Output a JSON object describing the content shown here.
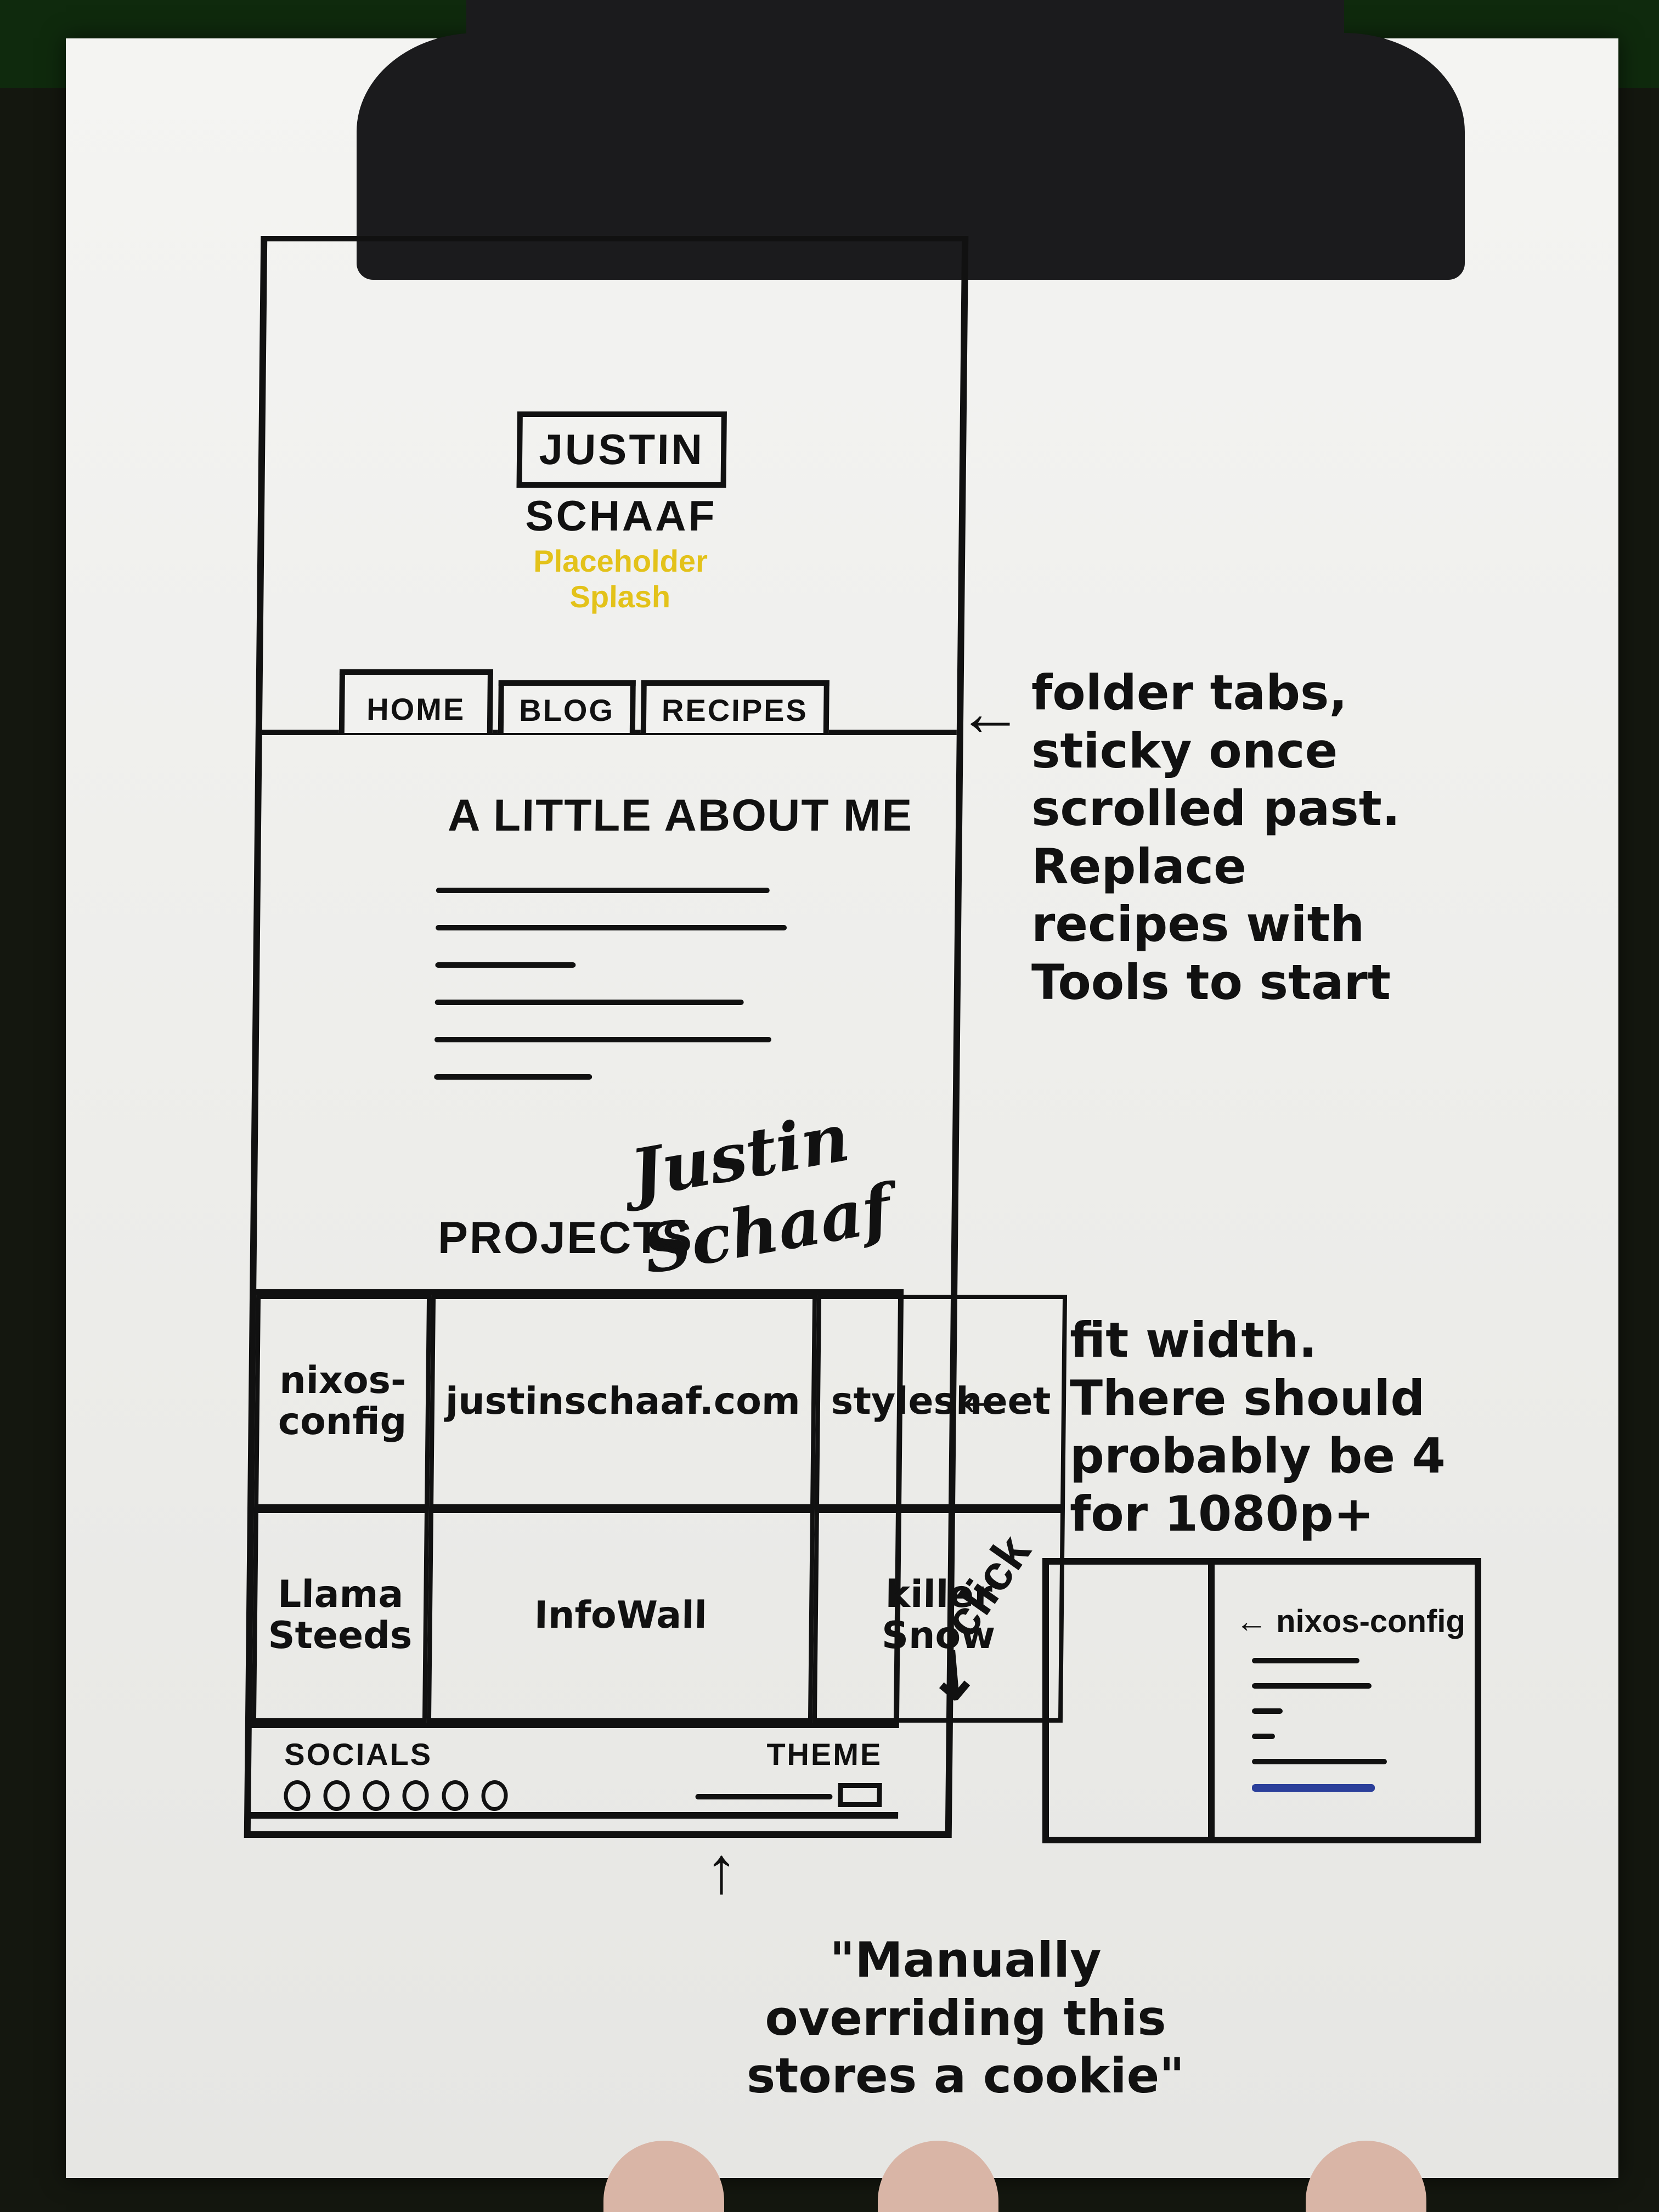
{
  "header": {
    "first_name": "JUSTIN",
    "last_name": "SCHAAF",
    "splash": "Placeholder Splash"
  },
  "tabs": [
    {
      "label": "HOME"
    },
    {
      "label": "BLOG"
    },
    {
      "label": "RECIPES"
    }
  ],
  "about": {
    "title": "A LITTLE ABOUT ME",
    "signature": "Justin Schaaf"
  },
  "projects": {
    "title": "PROJECTS",
    "items": [
      {
        "label": "nixos-config"
      },
      {
        "label": "justinschaaf.com"
      },
      {
        "label": "stylesheet"
      },
      {
        "label": "Llama Steeds"
      },
      {
        "label": "InfoWall"
      },
      {
        "label": "killer Snow"
      }
    ]
  },
  "footer": {
    "socials_label": "SOCIALS",
    "theme_label": "THEME"
  },
  "annotations": {
    "tabs_note": "folder tabs, sticky once scrolled past. Replace recipes with Tools to start",
    "grid_note": "fit width. There should probably be 4 for 1080p+",
    "click_label": "click",
    "detail_title": "← nixos-config",
    "theme_note": "\"Manually overriding this stores a cookie\""
  },
  "colors": {
    "splash": "#e3c21a",
    "detail_link": "#2b3f9a"
  }
}
